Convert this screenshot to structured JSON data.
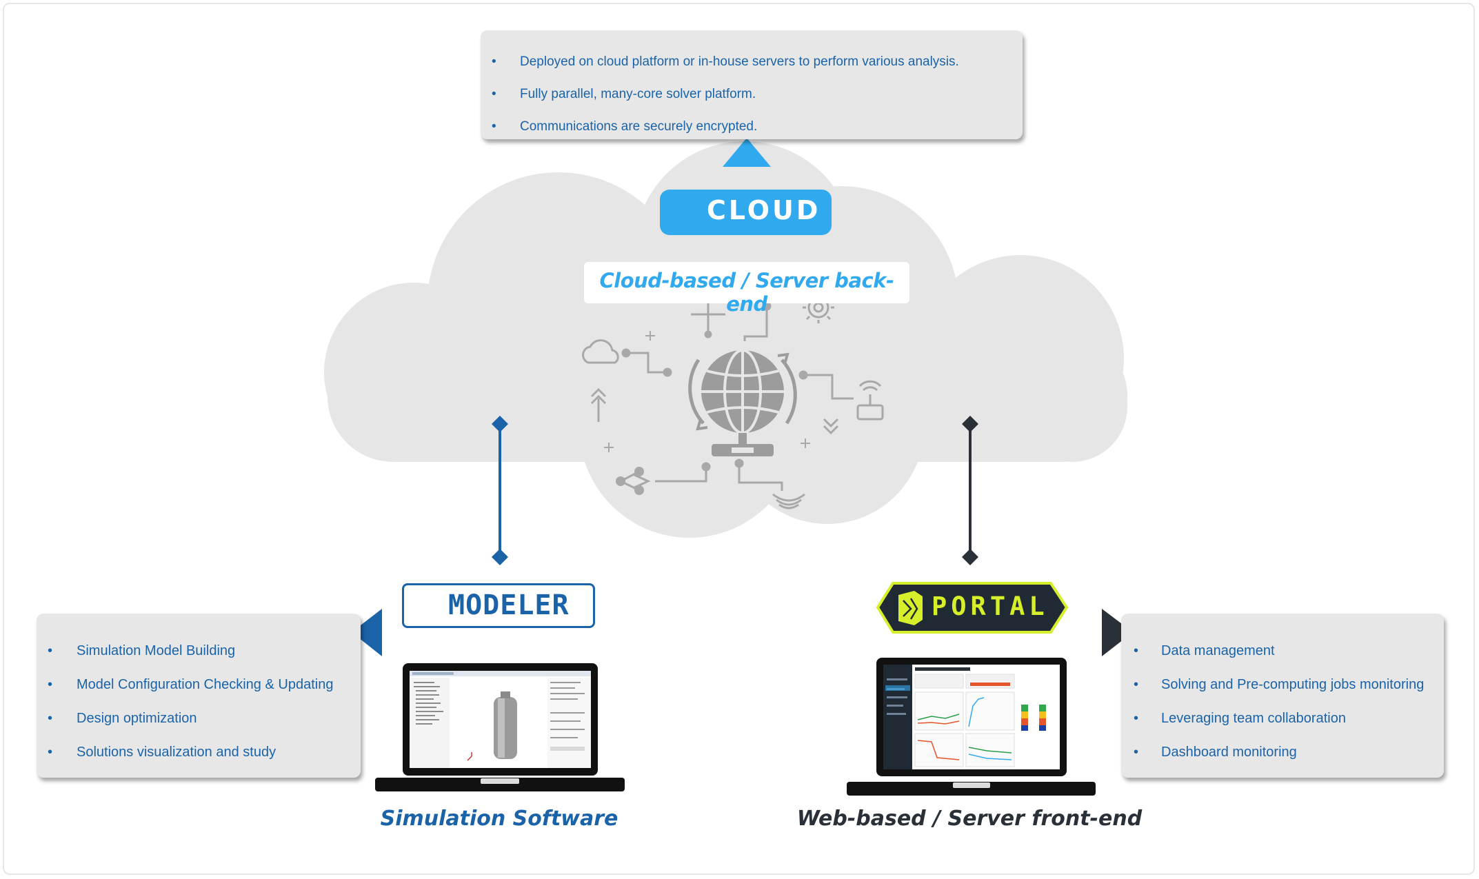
{
  "colors": {
    "cloud_blue": "#30a9ef",
    "modeler_blue": "#1a63a8",
    "portal_dark": "#1f2a35",
    "portal_accent": "#d7ef2a",
    "cloud_gray": "#e6e6e6",
    "card_gray": "#e7e7e7"
  },
  "cloud": {
    "badge_label": "CLOUD",
    "subtitle": "Cloud-based / Server back-end",
    "features": [
      "Deployed on cloud platform or in-house servers to perform various analysis.",
      "Fully parallel, many-core solver platform.",
      "Communications are securely encrypted."
    ],
    "icons": [
      "globe-icon",
      "cloud-small-icon",
      "gear-icon",
      "router-icon",
      "share-icon",
      "wifi-signal-icon",
      "upload-arrow-icon",
      "download-arrow-icon"
    ]
  },
  "modeler": {
    "badge_label": "MODELER",
    "caption": "Simulation Software",
    "features": [
      "Simulation  Model Building",
      "Model Configuration Checking & Updating",
      "Design optimization",
      "Solutions  visualization  and  study"
    ]
  },
  "portal": {
    "badge_label": "PORTAL",
    "caption": "Web-based / Server front-end",
    "features": [
      "Data management",
      "Solving  and Pre-computing jobs monitoring",
      "Leveraging team collaboration",
      "Dashboard monitoring"
    ]
  }
}
